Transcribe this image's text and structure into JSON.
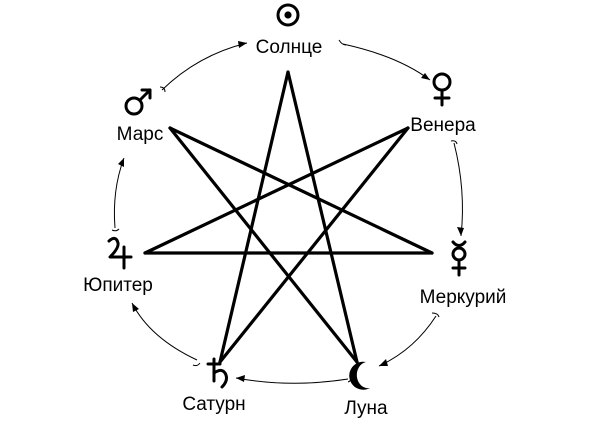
{
  "diagram": {
    "colors": {
      "line": "#000000",
      "background": "#ffffff"
    },
    "planets": [
      {
        "id": "sun",
        "name": "Солнце",
        "icon": "sun-symbol-icon"
      },
      {
        "id": "venus",
        "name": "Венера",
        "icon": "venus-symbol-icon"
      },
      {
        "id": "mercury",
        "name": "Меркурий",
        "icon": "mercury-symbol-icon"
      },
      {
        "id": "moon",
        "name": "Луна",
        "icon": "moon-symbol-icon"
      },
      {
        "id": "saturn",
        "name": "Сатурн",
        "icon": "saturn-symbol-icon"
      },
      {
        "id": "jupiter",
        "name": "Юпитер",
        "icon": "jupiter-symbol-icon"
      },
      {
        "id": "mars",
        "name": "Марс",
        "icon": "mars-symbol-icon"
      }
    ]
  }
}
